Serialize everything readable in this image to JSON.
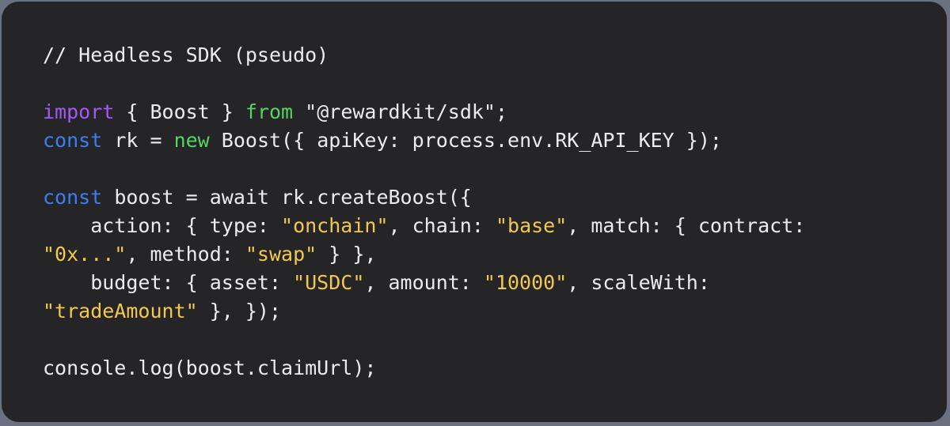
{
  "colors": {
    "page_background": "#6a7181",
    "card_background": "#252528",
    "text": "#ececec",
    "comment": "#ececec",
    "string": "#f2c94c",
    "keyword_purple": "#a259f7",
    "keyword_blue": "#3b7ef2",
    "keyword_green": "#55d463"
  },
  "code": {
    "language": "javascript-pseudo",
    "lines": [
      [
        {
          "t": "// Headless SDK (pseudo)",
          "c": "comment"
        }
      ],
      [],
      [
        {
          "t": "import",
          "c": "kw-purple"
        },
        {
          "t": " { Boost } ",
          "c": "plain"
        },
        {
          "t": "from",
          "c": "kw-green"
        },
        {
          "t": " \"@rewardkit/sdk\";",
          "c": "plain"
        }
      ],
      [
        {
          "t": "const",
          "c": "kw-blue"
        },
        {
          "t": " rk = ",
          "c": "plain"
        },
        {
          "t": "new",
          "c": "kw-green"
        },
        {
          "t": " Boost({ apiKey: process.env.RK_API_KEY });",
          "c": "plain"
        }
      ],
      [],
      [
        {
          "t": "const",
          "c": "kw-blue"
        },
        {
          "t": " boost = await rk.createBoost({",
          "c": "plain"
        }
      ],
      [
        {
          "t": "    action: { type: ",
          "c": "plain"
        },
        {
          "t": "\"onchain\"",
          "c": "string"
        },
        {
          "t": ", chain: ",
          "c": "plain"
        },
        {
          "t": "\"base\"",
          "c": "string"
        },
        {
          "t": ", match: { contract:",
          "c": "plain"
        }
      ],
      [
        {
          "t": "\"0x...\"",
          "c": "string"
        },
        {
          "t": ", method: ",
          "c": "plain"
        },
        {
          "t": "\"swap\"",
          "c": "string"
        },
        {
          "t": " } },",
          "c": "plain"
        }
      ],
      [
        {
          "t": "    budget: { asset: ",
          "c": "plain"
        },
        {
          "t": "\"USDC\"",
          "c": "string"
        },
        {
          "t": ", amount: ",
          "c": "plain"
        },
        {
          "t": "\"10000\"",
          "c": "string"
        },
        {
          "t": ", scaleWith:",
          "c": "plain"
        }
      ],
      [
        {
          "t": "\"tradeAmount\"",
          "c": "string"
        },
        {
          "t": " }, });",
          "c": "plain"
        }
      ],
      [],
      [
        {
          "t": "console.log(boost.claimUrl);",
          "c": "plain"
        }
      ]
    ]
  }
}
